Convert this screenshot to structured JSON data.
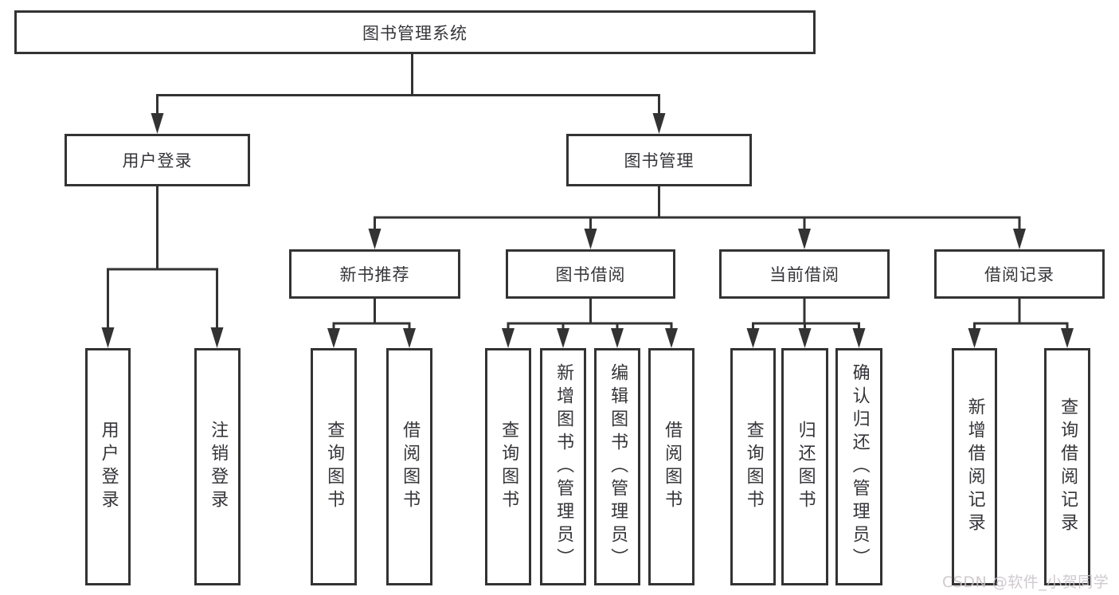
{
  "colors": {
    "line": "#333333",
    "box_border": "#333333",
    "text": "#35353a",
    "background": "#ffffff",
    "watermark": "#c9c2c8"
  },
  "root": {
    "label": "图书管理系统"
  },
  "user_login": {
    "label": "用户登录",
    "children": [
      "用户登录",
      "注销登录"
    ]
  },
  "book_management": {
    "label": "图书管理",
    "sections": [
      {
        "label": "新书推荐",
        "children": [
          "查询图书",
          "借阅图书"
        ]
      },
      {
        "label": "图书借阅",
        "children": [
          "查询图书",
          "新增图书（管理员）",
          "编辑图书（管理员）",
          "借阅图书"
        ]
      },
      {
        "label": "当前借阅",
        "children": [
          "查询图书",
          "归还图书",
          "确认归还（管理员）"
        ]
      },
      {
        "label": "借阅记录",
        "children": [
          "新增借阅记录",
          "查询借阅记录"
        ]
      }
    ]
  },
  "watermark": "CSDN @软件_小贺同学"
}
